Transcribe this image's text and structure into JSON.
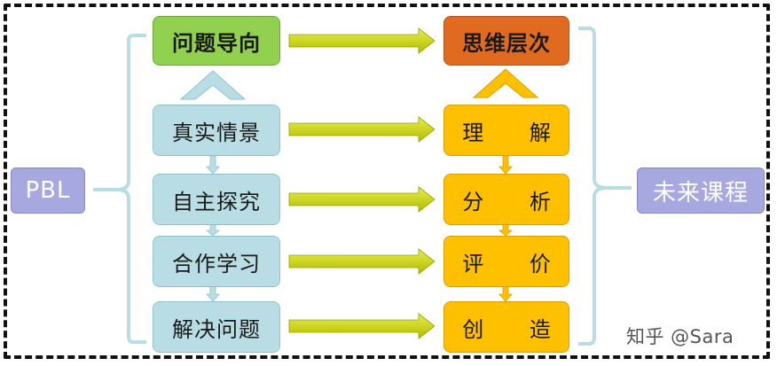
{
  "left_bracket_label": "PBL",
  "right_bracket_label": "未来课程",
  "left_column": {
    "top": "问题导向",
    "items": [
      "真实情景",
      "自主探究",
      "合作学习",
      "解决问题"
    ]
  },
  "right_column": {
    "top": "思维层次",
    "items": [
      "理 解",
      "分 析",
      "评 价",
      "创 造"
    ]
  },
  "watermark": "知乎 @Sara",
  "colors": {
    "left_box": "#b9dde4",
    "right_box": "#ffc000",
    "top_left_box": "#92d050",
    "top_right_box": "#e06b20",
    "side_box": "#a8a8e0",
    "arrow": "#c8d000",
    "bracket": "#b9dde4"
  }
}
